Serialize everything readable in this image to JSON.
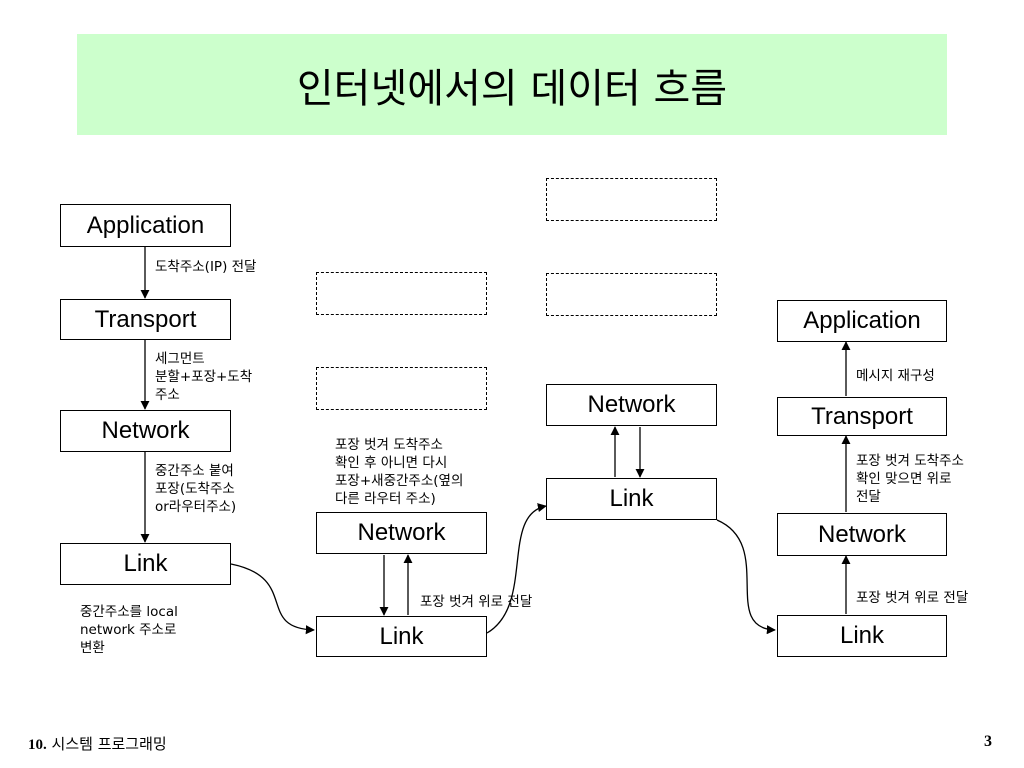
{
  "title": "인터넷에서의 데이터 흐름",
  "layers": {
    "application": "Application",
    "transport": "Transport",
    "network": "Network",
    "link": "Link"
  },
  "notes": {
    "dest_ip": "도착주소(IP) 전달",
    "segment": [
      "세그먼트",
      "분할+포장+도착",
      "주소"
    ],
    "intermediate": [
      "중간주소 붙여",
      "포장(도착주소",
      "or라우터주소)"
    ],
    "local": [
      "중간주소를 local",
      "network 주소로",
      "변환"
    ],
    "router_check": [
      "포장 벗겨 도착주소",
      "확인 후 아니면 다시",
      "포장+새중간주소(옆의",
      "다른 라우터 주소)"
    ],
    "unwrap_up_1": "포장 벗겨 위로 전달",
    "reassemble": "메시지 재구성",
    "dest_check": [
      "포장 벗겨 도착주소",
      "확인 맞으면 위로",
      "전달"
    ],
    "unwrap_up_2": "포장 벗겨 위로 전달"
  },
  "footer": {
    "chapter_num": "10.",
    "chapter_title": "시스템 프로그래밍",
    "page": "3"
  }
}
